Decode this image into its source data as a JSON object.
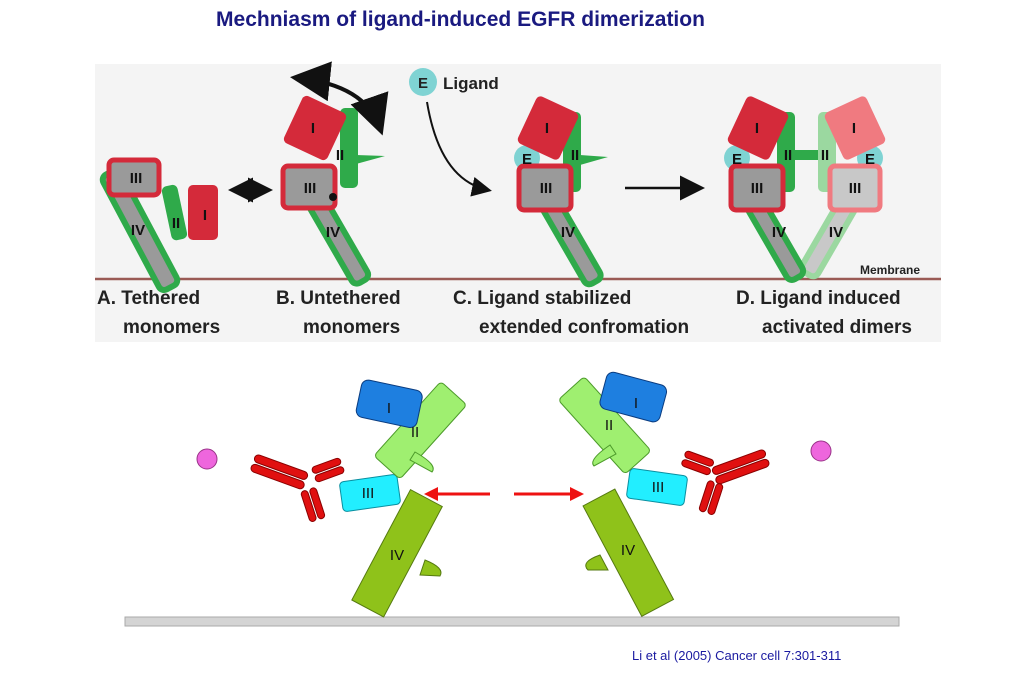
{
  "title": "Mechniasm of ligand-induced EGFR dimerization",
  "legend": {
    "ligand_badge": "E",
    "ligand_label": "Ligand"
  },
  "membrane_label": "Membrane",
  "domains": {
    "I": "I",
    "II": "II",
    "III": "III",
    "IV": "IV",
    "E": "E"
  },
  "stages": [
    {
      "letter": "A.",
      "line1": "Tethered",
      "line2": "monomers"
    },
    {
      "letter": "B.",
      "line1": "Untethered",
      "line2": "monomers"
    },
    {
      "letter": "C.",
      "line1": "Ligand stabilized",
      "line2": "extended confromation"
    },
    {
      "letter": "D.",
      "line1": "Ligand induced",
      "line2": "activated dimers"
    }
  ],
  "citation": "Li et al (2005) Cancer cell 7:301-311",
  "colors": {
    "title": "#1a1a80",
    "domain_red": "#d42a3a",
    "domain_pink": "#f07a80",
    "domain_green": "#2faa4a",
    "domain_lightgreen": "#9bd8a0",
    "domain_gray": "#9a9a9a",
    "ligand_teal": "#7fd3d3",
    "lower_blue": "#1e7fe0",
    "lower_lightgreen": "#9fef70",
    "lower_cyan": "#22eeff",
    "lower_olive": "#8fc21a",
    "antibody_red": "#e01010",
    "ligand_pink": "#ee66dd",
    "arrow_red": "#ee1111"
  }
}
